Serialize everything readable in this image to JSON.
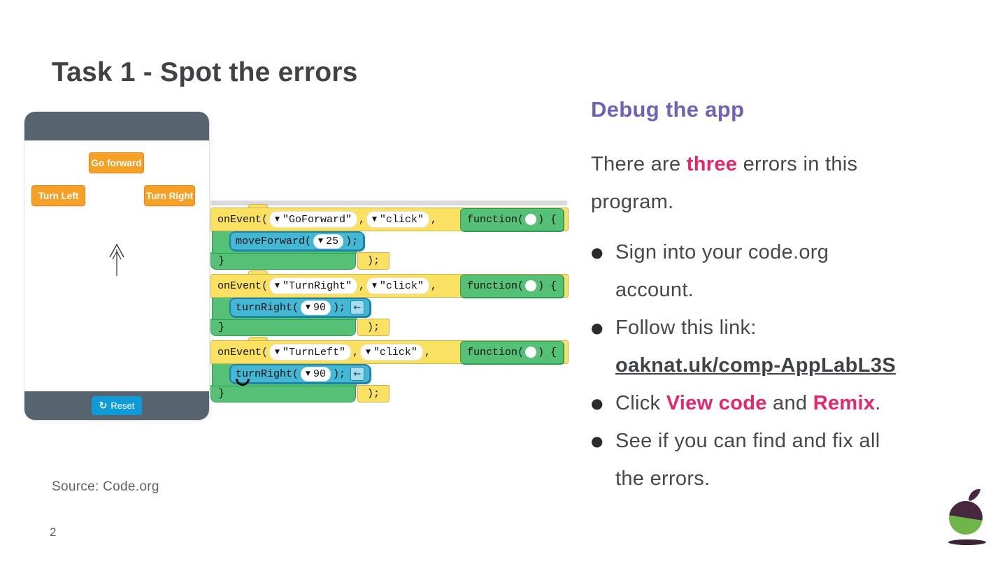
{
  "slide": {
    "title": "Task 1 - Spot the errors",
    "source": "Source: Code.org",
    "page_number": "2"
  },
  "glyphs": {
    "dropdown": "▼",
    "comma": ",",
    "bullet": "●",
    "reset": "↻",
    "left_arrow": "←"
  },
  "phone": {
    "buttons": {
      "go_forward": "Go forward",
      "turn_left": "Turn Left",
      "turn_right": "Turn Right"
    },
    "reset_label": "Reset"
  },
  "code_blocks": [
    {
      "event_fn": "onEvent(",
      "event_id": "\"GoForward\"",
      "event_type": "\"click\"",
      "fn_open": "function(",
      "fn_close": ") {",
      "command": "moveForward(",
      "param": "25",
      "cmd_close": ");",
      "close_brace": "}",
      "tail": ");"
    },
    {
      "event_fn": "onEvent(",
      "event_id": "\"TurnRight\"",
      "event_type": "\"click\"",
      "fn_open": "function(",
      "fn_close": ") {",
      "command": "turnRight(",
      "param": "90",
      "cmd_close": ");",
      "close_brace": "}",
      "tail": ");"
    },
    {
      "event_fn": "onEvent(",
      "event_id": "\"TurnLeft\"",
      "event_type": "\"click\"",
      "fn_open": "function(",
      "fn_close": ") {",
      "command": "turnRight(",
      "param": "90",
      "cmd_close": ");",
      "close_brace": "}",
      "tail": ");"
    }
  ],
  "right_panel": {
    "heading": "Debug the app",
    "intro": {
      "line1_pre": "There are ",
      "line1_em": "three",
      "line1_post": " errors in this",
      "line2": "program."
    },
    "bullets": {
      "b1_line1": "Sign into your code.org",
      "b1_line2": "account.",
      "b2_line1": "Follow this link:",
      "b2_link": "oaknat.uk/comp-AppLabL3S",
      "b3_pre": "Click ",
      "b3_em1": "View code",
      "b3_mid": " and ",
      "b3_em2": "Remix",
      "b3_post": ".",
      "b4_line1": "See if you can find and fix all",
      "b4_line2": "the errors."
    }
  },
  "colors": {
    "heading_purple": "#6E63B8",
    "emphasis_pink": "#E7256B",
    "body_text": "#45484D",
    "phone_chrome": "#57636E",
    "app_button_orange": "#F6A125",
    "reset_blue": "#0F9BD7",
    "block_yellow": "#FAE162",
    "block_green": "#55C177",
    "block_blue": "#44B7D5",
    "acorn_green": "#6FB54A",
    "acorn_dark": "#47283E"
  }
}
